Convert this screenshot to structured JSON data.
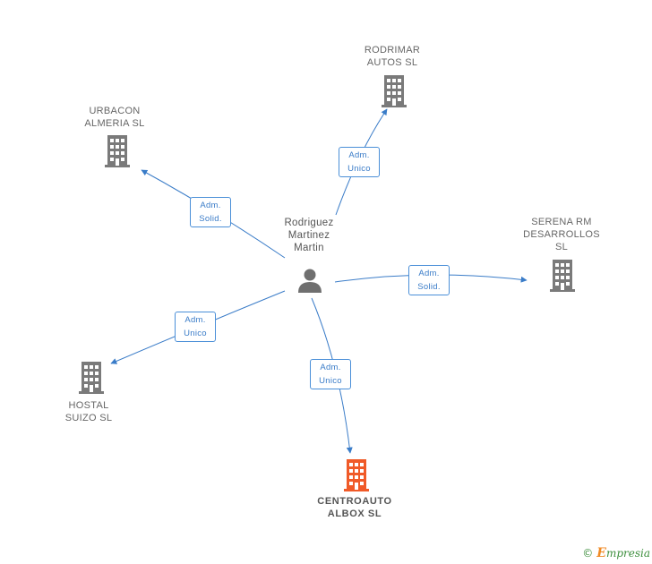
{
  "center": {
    "name_lines": [
      "Rodriguez",
      "Martinez",
      "Martin"
    ],
    "icon": "person-icon"
  },
  "companies": [
    {
      "key": "rodrimar",
      "lines": [
        "RODRIMAR",
        "AUTOS SL"
      ],
      "icon": "building-icon",
      "color": "#7a7a7a"
    },
    {
      "key": "urbacon",
      "lines": [
        "URBACON",
        "ALMERIA  SL"
      ],
      "icon": "building-icon",
      "color": "#7a7a7a"
    },
    {
      "key": "serena",
      "lines": [
        "SERENA RM",
        "DESARROLLOS",
        "SL"
      ],
      "icon": "building-icon",
      "color": "#7a7a7a"
    },
    {
      "key": "hostal",
      "lines": [
        "HOSTAL",
        "SUIZO SL"
      ],
      "icon": "building-icon",
      "color": "#7a7a7a"
    },
    {
      "key": "centroauto",
      "lines": [
        "CENTROAUTO",
        "ALBOX  SL"
      ],
      "icon": "building-icon",
      "color": "#f05a28",
      "highlight": true
    }
  ],
  "relations": [
    {
      "to": "rodrimar",
      "lines": [
        "Adm.",
        "Unico"
      ]
    },
    {
      "to": "urbacon",
      "lines": [
        "Adm.",
        "Solid."
      ]
    },
    {
      "to": "serena",
      "lines": [
        "Adm.",
        "Solid."
      ]
    },
    {
      "to": "hostal",
      "lines": [
        "Adm.",
        "Unico"
      ]
    },
    {
      "to": "centroauto",
      "lines": [
        "Adm.",
        "Unico"
      ]
    }
  ],
  "colors": {
    "edge": "#3a7cc8",
    "person": "#6f6f6f"
  },
  "brand": {
    "copyright": "©",
    "initial": "E",
    "rest": "mpresia"
  }
}
